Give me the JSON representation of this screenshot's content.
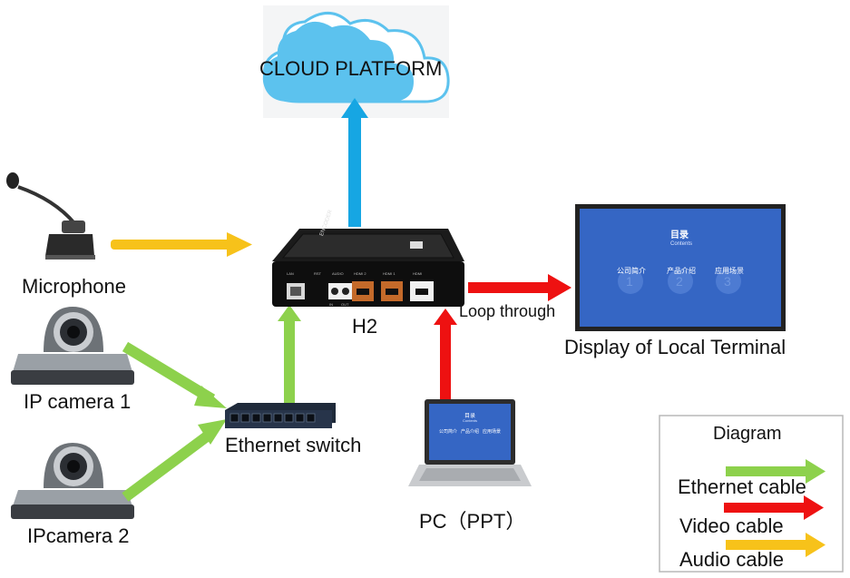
{
  "cloud": {
    "label": "CLOUD PLATFORM"
  },
  "encoder": {
    "label": "H2",
    "brand": "ENCODER",
    "ports": [
      "LAN",
      "RST",
      "AUDIO",
      "HDMI 2",
      "HDMI 1",
      "HDMI",
      "IN",
      "OUT"
    ]
  },
  "devices": {
    "microphone": "Microphone",
    "camera1": "IP camera 1",
    "camera2": "IPcamera 2",
    "switch": "Ethernet switch",
    "pc": "PC（PPT）",
    "display": "Display of Local Terminal",
    "loop": "Loop through"
  },
  "screen": {
    "title": "目录",
    "subtitle": "Contents",
    "items": [
      "公司简介",
      "产品介绍",
      "应用场景"
    ],
    "numbers": [
      "1",
      "2",
      "3"
    ]
  },
  "legend": {
    "title": "Diagram",
    "items": [
      {
        "label": "Ethernet cable",
        "color": "#8dd14c"
      },
      {
        "label": "Video cable",
        "color": "#ee1111"
      },
      {
        "label": "Audio cable",
        "color": "#f7c21a"
      }
    ]
  },
  "colors": {
    "cloud_arrow": "#16a6e3",
    "ethernet": "#8dd14c",
    "video": "#ee1111",
    "audio": "#f7c21a",
    "cloud": "#5cc2ee"
  }
}
